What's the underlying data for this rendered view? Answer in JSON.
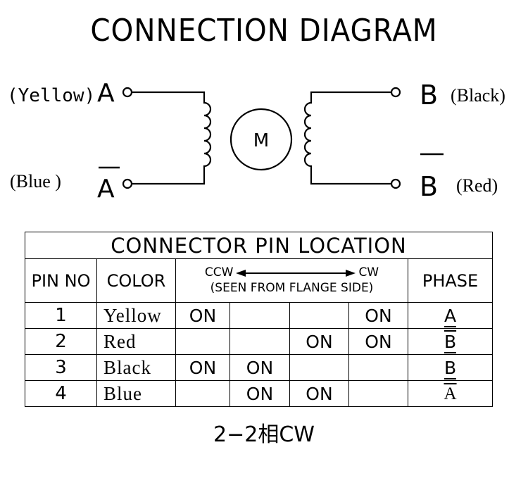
{
  "title": "CONNECTION  DIAGRAM",
  "motor": {
    "label": "M"
  },
  "left_terminals": [
    {
      "terminal": "A",
      "color_label": "(Yellow)"
    },
    {
      "terminal": "A",
      "overline": true,
      "color_label": "(Blue )"
    }
  ],
  "right_terminals": [
    {
      "terminal": "B",
      "color_label": "(Black)"
    },
    {
      "terminal": "B",
      "overline": true,
      "color_label": "(Red)"
    }
  ],
  "table": {
    "title": "CONNECTOR PIN LOCATION",
    "headers": {
      "pin_no": "PIN NO",
      "color": "COLOR",
      "ccw": "CCW",
      "cw": "CW",
      "seen_from": "(SEEN  FROM  FLANGE  SIDE)",
      "phase": "PHASE"
    },
    "rows": [
      {
        "pin": "1",
        "color": "Yellow",
        "steps": [
          "ON",
          "",
          "",
          "ON"
        ],
        "phase": "A",
        "phase_overline": false
      },
      {
        "pin": "2",
        "color": "Red",
        "steps": [
          "",
          "",
          "ON",
          "ON"
        ],
        "phase": "B",
        "phase_overline": true
      },
      {
        "pin": "3",
        "color": "Black",
        "steps": [
          "ON",
          "ON",
          "",
          ""
        ],
        "phase": "B",
        "phase_overline": false
      },
      {
        "pin": "4",
        "color": "Blue",
        "steps": [
          "",
          "ON",
          "ON",
          ""
        ],
        "phase": "A",
        "phase_overline": true
      }
    ]
  },
  "footer": "2−2相CW"
}
